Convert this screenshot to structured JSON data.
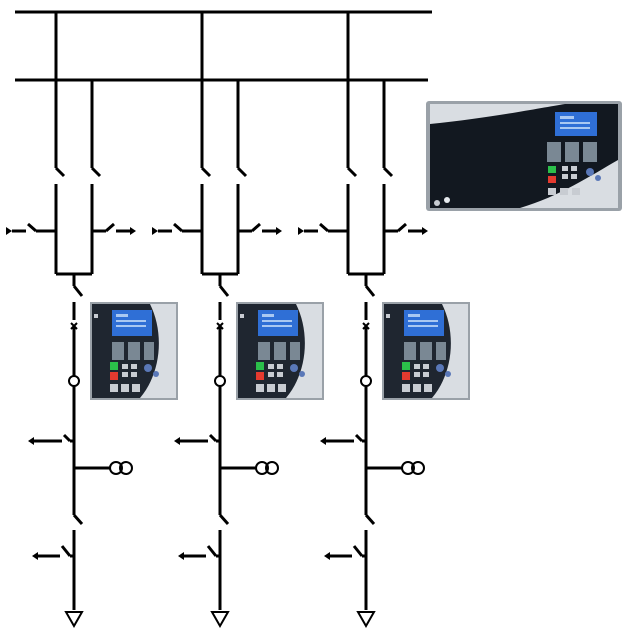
{
  "diagram": {
    "feeder_count": 3,
    "busbar_count": 2,
    "colors": {
      "line": "#000000",
      "relay_body": "#1f2630",
      "relay_screen": "#2f6fd6",
      "button_green": "#2bbf4a",
      "button_red": "#e53a2f",
      "rack_silver": "#d9dde2"
    },
    "icons": {
      "bay_relay": "protection-relay-front-panel",
      "central_unit": "rack-mounted-bay-controller",
      "current_transformer": "ct-circle",
      "voltage_transformer": "vt-double-circle",
      "earthing_switch": "earth-switch",
      "ground": "ground-triangle"
    }
  }
}
